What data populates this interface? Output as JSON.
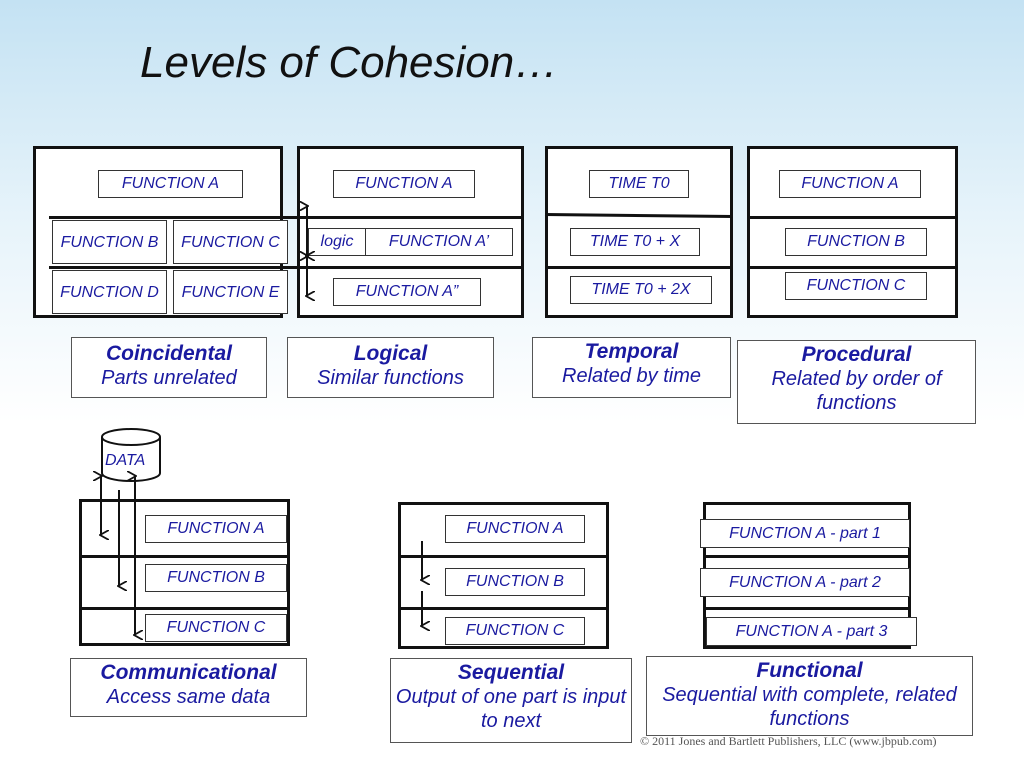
{
  "title": "Levels of Cohesion…",
  "panels": {
    "coincidental": {
      "f1": "FUNCTION A",
      "f2": "FUNCTION B",
      "f3": "FUNCTION C",
      "f4": "FUNCTION D",
      "f5": "FUNCTION E",
      "caption_title": "Coincidental",
      "caption_sub": "Parts unrelated"
    },
    "logical": {
      "f1": "FUNCTION A",
      "logic": "logic",
      "f2": "FUNCTION A’",
      "f3": "FUNCTION A”",
      "caption_title": "Logical",
      "caption_sub": "Similar functions"
    },
    "temporal": {
      "f1": "TIME T0",
      "f2": "TIME T0 + X",
      "f3": "TIME T0 + 2X",
      "caption_title": "Temporal",
      "caption_sub": "Related by time"
    },
    "procedural": {
      "f1": "FUNCTION A",
      "f2": "FUNCTION B",
      "f3": "FUNCTION C",
      "caption_title": "Procedural",
      "caption_sub": "Related by order of functions"
    },
    "communicational": {
      "data": "DATA",
      "f1": "FUNCTION A",
      "f2": "FUNCTION B",
      "f3": "FUNCTION C",
      "caption_title": "Communicational",
      "caption_sub": "Access same data"
    },
    "sequential": {
      "f1": "FUNCTION A",
      "f2": "FUNCTION B",
      "f3": "FUNCTION C",
      "caption_title": "Sequential",
      "caption_sub": "Output of one part is input to next"
    },
    "functional": {
      "f1": "FUNCTION A - part 1",
      "f2": "FUNCTION A - part 2",
      "f3": "FUNCTION A - part 3",
      "caption_title": "Functional",
      "caption_sub": "Sequential with complete, related functions"
    }
  },
  "copyright": "© 2011 Jones and Bartlett Publishers, LLC (www.jbpub.com)",
  "colors": {
    "text": "#1a1aa0",
    "border": "#111111"
  }
}
